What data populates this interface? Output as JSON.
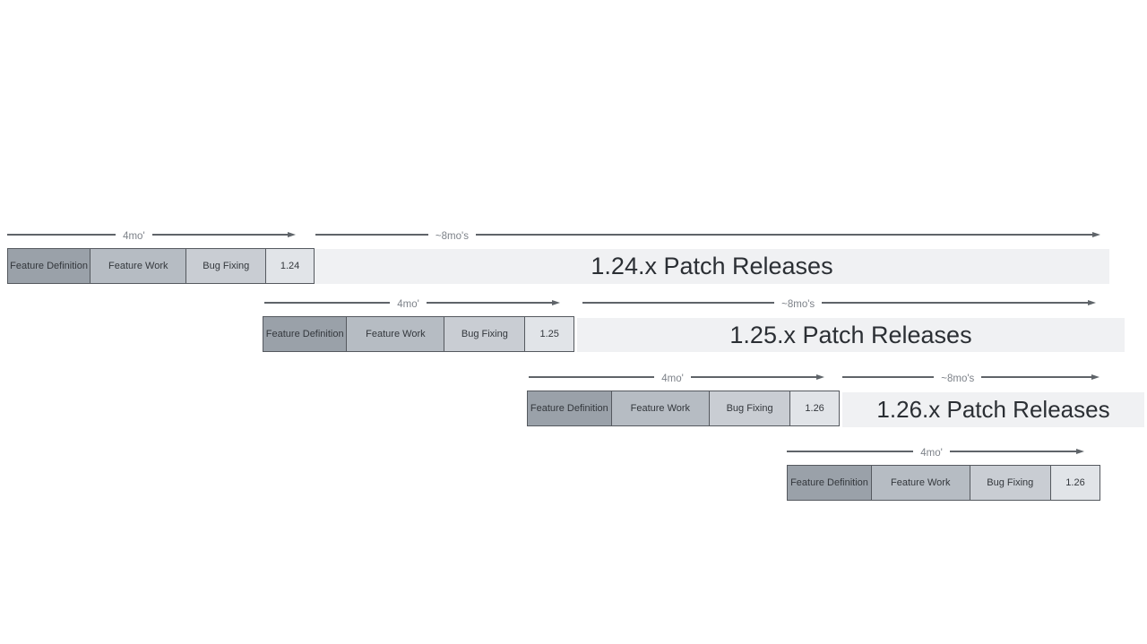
{
  "colors": {
    "background": "#ffffff",
    "phase_feature_definition_fill": "#9aa1a9",
    "phase_feature_work_fill": "#b6bcc3",
    "phase_bug_fixing_fill": "#c9cdd3",
    "version_box_fill": "#e1e4e8",
    "patch_bar_fill": "#f0f1f3",
    "segment_border": "#55595f",
    "arrow_line": "#5f6469",
    "arrow_label_text": "#7d8289",
    "phase_text": "#33373c",
    "patch_text": "#2b2f34"
  },
  "rows": [
    {
      "version": "1.24",
      "dev_duration_label": "4mo'",
      "patch_duration_label": "~8mo's",
      "patch_bar_text": "1.24.x Patch Releases",
      "phases": [
        "Feature Definition",
        "Feature Work",
        "Bug Fixing"
      ]
    },
    {
      "version": "1.25",
      "dev_duration_label": "4mo'",
      "patch_duration_label": "~8mo's",
      "patch_bar_text": "1.25.x Patch Releases",
      "phases": [
        "Feature Definition",
        "Feature Work",
        "Bug Fixing"
      ]
    },
    {
      "version": "1.26",
      "dev_duration_label": "4mo'",
      "patch_duration_label": "~8mo's",
      "patch_bar_text": "1.26.x Patch Releases",
      "phases": [
        "Feature Definition",
        "Feature Work",
        "Bug Fixing"
      ]
    },
    {
      "version": "1.26",
      "dev_duration_label": "4mo'",
      "phases": [
        "Feature Definition",
        "Feature Work",
        "Bug Fixing"
      ]
    }
  ]
}
